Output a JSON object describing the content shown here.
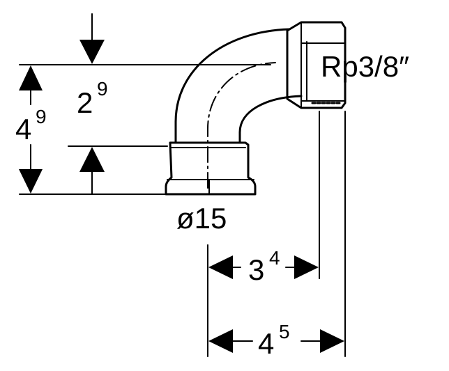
{
  "diagram": {
    "thread_label": "Rp3/8″",
    "diameter_label": "ø15",
    "dimensions": {
      "inner_height": {
        "base": "2",
        "sup": "9"
      },
      "total_height": {
        "base": "4",
        "sup": "9"
      },
      "offset_short": {
        "base": "3",
        "sup": "4"
      },
      "offset_long": {
        "base": "4",
        "sup": "5"
      }
    },
    "colors": {
      "line": "#000000",
      "background": "#ffffff"
    }
  }
}
